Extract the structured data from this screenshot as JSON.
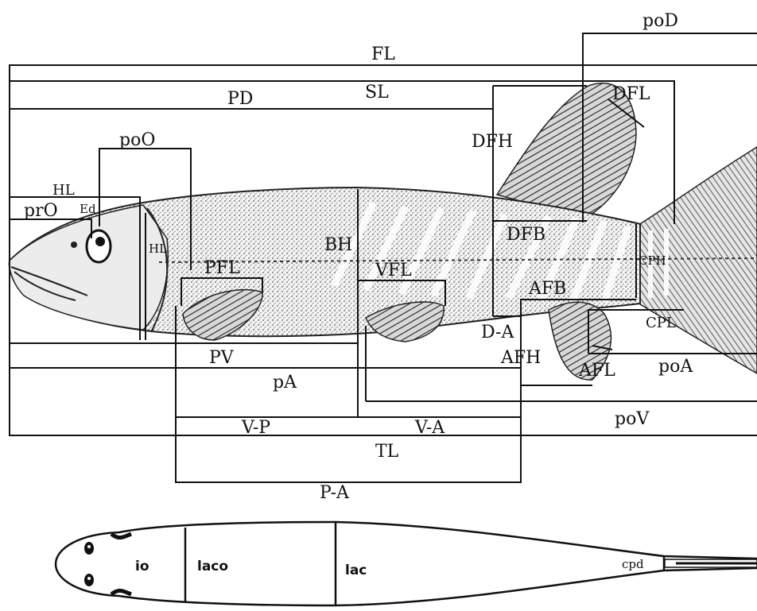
{
  "labels": {
    "poD": "poD",
    "FL": "FL",
    "SL": "SL",
    "PD": "PD",
    "DFL": "DFL",
    "DFH": "DFH",
    "poO": "poO",
    "HL_top": "HL",
    "prO": "prO",
    "Ed": "Ed",
    "HL_side": "HL",
    "BH": "BH",
    "PFL": "PFL",
    "VFL": "VFL",
    "DFB": "DFB",
    "CPH": "CPH",
    "AFB": "AFB",
    "CPL": "CPL",
    "D-A": "D-A",
    "AFH": "AFH",
    "AFL": "AFL",
    "poA": "poA",
    "PV": "PV",
    "pA": "pA",
    "poV": "poV",
    "V-P": "V-P",
    "V-A": "V-A",
    "TL": "TL",
    "P-A": "P-A"
  },
  "dorsal_labels": {
    "io": "io",
    "laco": "laco",
    "lac": "lac",
    "cpd": "cpd"
  }
}
